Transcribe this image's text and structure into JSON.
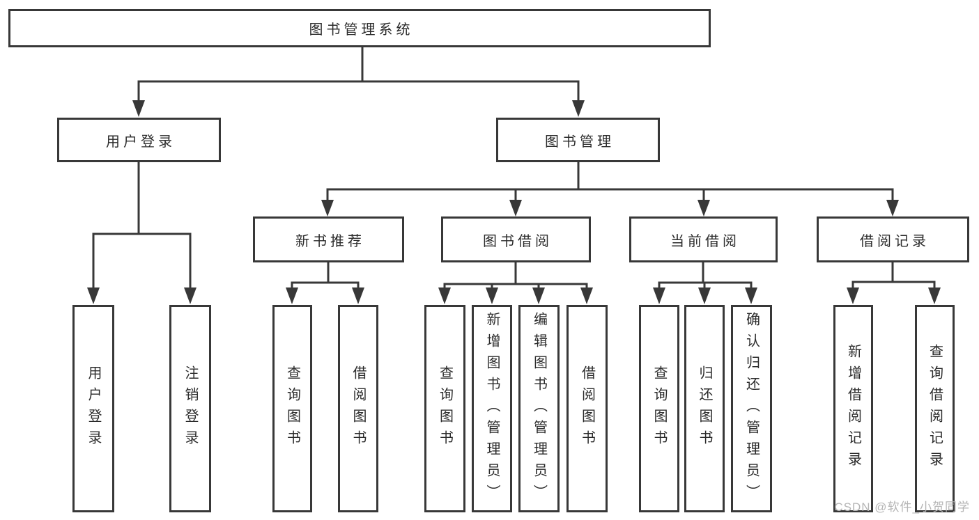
{
  "diagram": {
    "title": "图书管理系统",
    "tree": {
      "root": {
        "label": "图书管理系统",
        "children": [
          {
            "label": "用户登录",
            "children": [
              {
                "label": "用户登录"
              },
              {
                "label": "注销登录"
              }
            ]
          },
          {
            "label": "图书管理",
            "children": [
              {
                "label": "新书推荐",
                "children": [
                  {
                    "label": "查询图书"
                  },
                  {
                    "label": "借阅图书"
                  }
                ]
              },
              {
                "label": "图书借阅",
                "children": [
                  {
                    "label": "查询图书"
                  },
                  {
                    "label": "新增图书（管理员）"
                  },
                  {
                    "label": "编辑图书（管理员）"
                  },
                  {
                    "label": "借阅图书"
                  }
                ]
              },
              {
                "label": "当前借阅",
                "children": [
                  {
                    "label": "查询图书"
                  },
                  {
                    "label": "归还图书"
                  },
                  {
                    "label": "确认归还（管理员）"
                  }
                ]
              },
              {
                "label": "借阅记录",
                "children": [
                  {
                    "label": "新增借阅记录"
                  },
                  {
                    "label": "查询借阅记录"
                  }
                ]
              }
            ]
          }
        ]
      }
    }
  },
  "watermark": {
    "text": "CSDN @软件_小贺同学"
  },
  "colors": {
    "line": "#383838",
    "text": "#2b2b2b",
    "background": "#ffffff",
    "watermark": "#b5b5b5"
  }
}
